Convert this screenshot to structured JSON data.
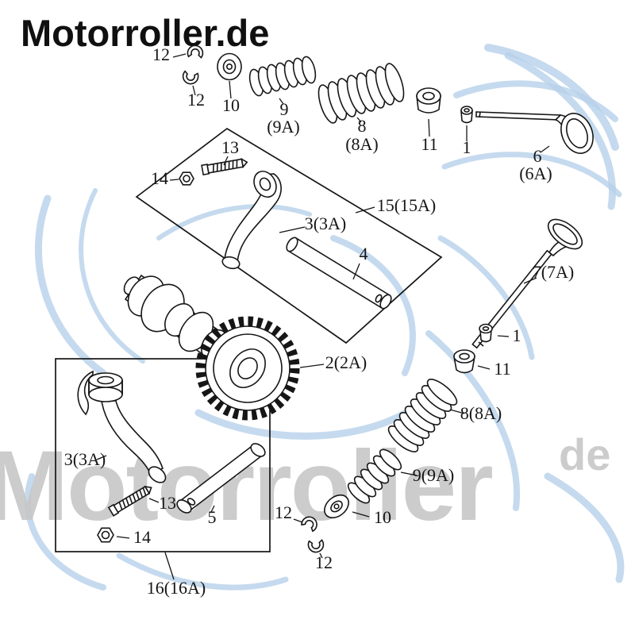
{
  "watermarks": {
    "header": "Motorroller.de",
    "giant_text": "Motorroller",
    "de_text": "de"
  },
  "colors": {
    "line": "#161616",
    "watermark_gray": "#c7c7c7",
    "watermark_blue": "#b7d1ea",
    "background": "#ffffff"
  },
  "part_labels": {
    "clip_top_a": "12",
    "clip_top_b": "12",
    "retainer_top": "10",
    "spring_outer_top_num": "9",
    "spring_outer_top_var": "(9A)",
    "spring_inner_top_num": "8",
    "spring_inner_top_var": "(8A)",
    "seal_top": "11",
    "keeper_top": "1",
    "valve_intake_num": "6",
    "valve_intake_var": "(6A)",
    "bolt_top": "13",
    "nut_top": "14",
    "assembly_top": "15(15A)",
    "rocker_top": "3(3A)",
    "shaft_top": "4",
    "valve_exhaust": "7(7A)",
    "keeper_bottom": "1",
    "seal_bottom": "11",
    "camshaft": "2(2A)",
    "spring_inner_bottom": "8(8A)",
    "spring_outer_bottom": "9(9A)",
    "retainer_bottom": "10",
    "clip_bottom_a": "12",
    "clip_bottom_b": "12",
    "rocker_bottom": "3(3A)",
    "bolt_bottom": "13",
    "shaft_bottom": "5",
    "nut_bottom": "14",
    "assembly_bottom": "16(16A)"
  }
}
